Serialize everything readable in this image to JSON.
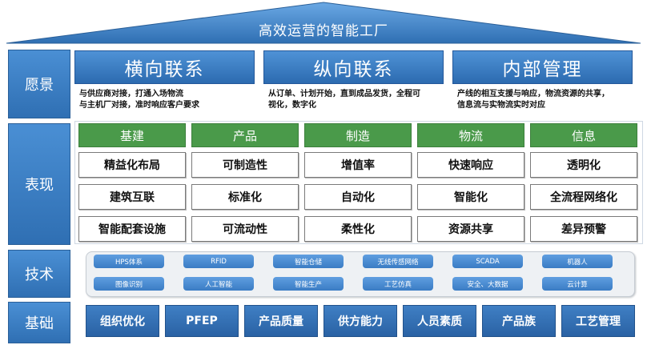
{
  "header": {
    "title": "高效运营的智能工厂"
  },
  "rows": {
    "vision": "愿景",
    "performance": "表现",
    "technology": "技术",
    "foundation": "基础"
  },
  "vision": [
    {
      "title": "横向联系",
      "desc": [
        "与供应商对接，打通入场物流",
        "与主机厂对接，准时响应客户要求"
      ]
    },
    {
      "title": "纵向联系",
      "desc": [
        "从订单、计划开始，直到成品发货，全程可",
        "视化，数字化"
      ]
    },
    {
      "title": "内部管理",
      "desc": [
        "产线的相互支援与响应，物流资源的共享，",
        "信息流与实物流实时对应"
      ]
    }
  ],
  "performance": [
    {
      "head": "基建",
      "items": [
        "精益化布局",
        "建筑互联",
        "智能配套设施"
      ]
    },
    {
      "head": "产品",
      "items": [
        "可制造性",
        "标准化",
        "可流动性"
      ]
    },
    {
      "head": "制造",
      "items": [
        "增值率",
        "自动化",
        "柔性化"
      ]
    },
    {
      "head": "物流",
      "items": [
        "快速响应",
        "智能化",
        "资源共享"
      ]
    },
    {
      "head": "信息",
      "items": [
        "透明化",
        "全流程网络化",
        "差异预警"
      ]
    }
  ],
  "technology": [
    [
      "HPS体系",
      "RFID",
      "智能仓储",
      "无线传感网络",
      "SCADA",
      "机器人"
    ],
    [
      "图像识别",
      "人工智能",
      "智能生产",
      "工艺仿真",
      "安全、大数据",
      "云计算"
    ]
  ],
  "foundation": [
    "组织优化",
    "PFEP",
    "产品质量",
    "供方能力",
    "人员素质",
    "产品族",
    "工艺管理"
  ]
}
